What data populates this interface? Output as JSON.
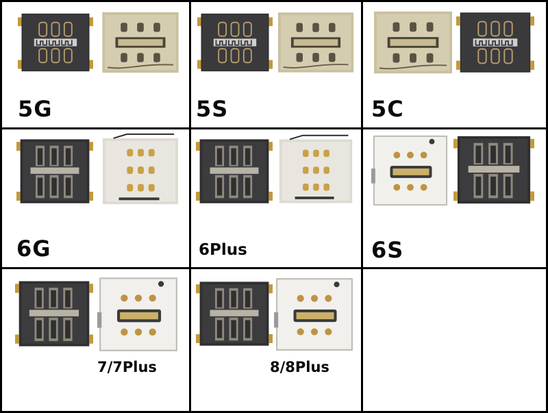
{
  "cells": [
    {
      "label": "5G"
    },
    {
      "label": "5S"
    },
    {
      "label": "5C"
    },
    {
      "label": "6G"
    },
    {
      "label": "6Plus"
    },
    {
      "label": "6S"
    },
    {
      "label": "7/7Plus"
    },
    {
      "label": "8/8Plus"
    }
  ],
  "colors": {
    "border": "#000000",
    "dark_connector": "#2e2e30",
    "gold_connector": "#c8bf9c",
    "silver_connector": "#e6e4dc",
    "pin_gold": "#c99a3c"
  }
}
